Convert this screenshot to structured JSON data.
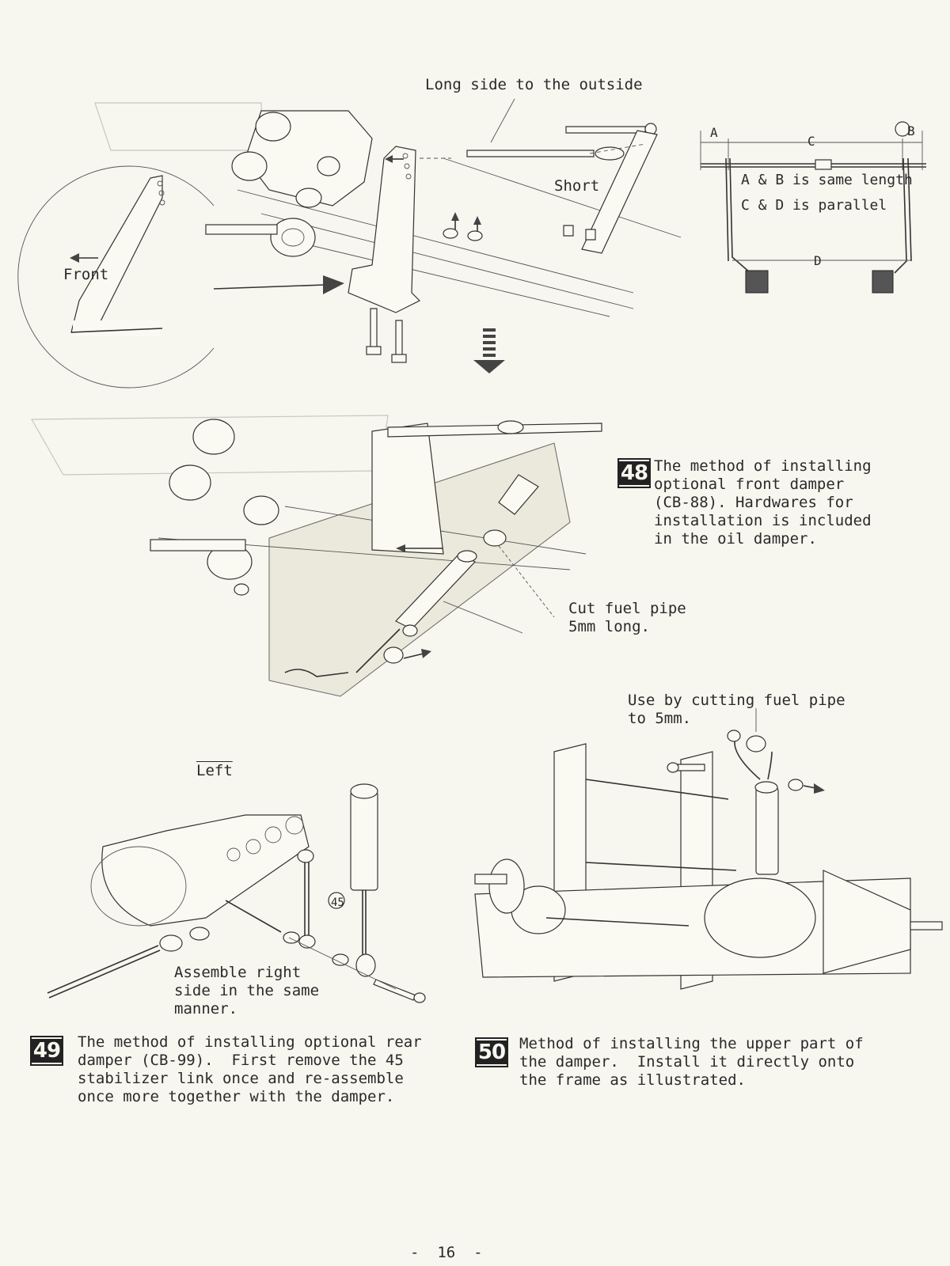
{
  "fig_top": {
    "label_long_side": "Long side to the outside",
    "label_short": "Short",
    "label_front": "Front"
  },
  "fig_diagram": {
    "label_a": "A",
    "label_b": "B",
    "label_c": "C",
    "label_d": "D",
    "note_line1": "A & B is same length",
    "note_line2": "C & D is parallel"
  },
  "step48": {
    "number": "48",
    "text": "The method of installing\noptional front damper\n(CB-88). Hardwares for\ninstallation is included\nin the oil damper.",
    "callout": "Cut fuel pipe\n5mm long."
  },
  "step49": {
    "number": "49",
    "label_left": "Left",
    "part_number": "45",
    "assemble_note": "Assemble right\nside in the same\nmanner.",
    "text": "The method of installing optional rear\ndamper (CB-99).  First remove the 45\nstabilizer link once and re-assemble\nonce more together with the damper."
  },
  "step50": {
    "number": "50",
    "callout": "Use by cutting fuel pipe\nto 5mm.",
    "text": "Method of installing the upper part of\nthe damper.  Install it directly onto\nthe frame as illustrated."
  },
  "footer": {
    "page_number": "-  16  -"
  },
  "icons": [
    "arrow-left-icon",
    "arrow-right-icon",
    "arrow-down-dashed-icon",
    "arrow-up-icon"
  ]
}
